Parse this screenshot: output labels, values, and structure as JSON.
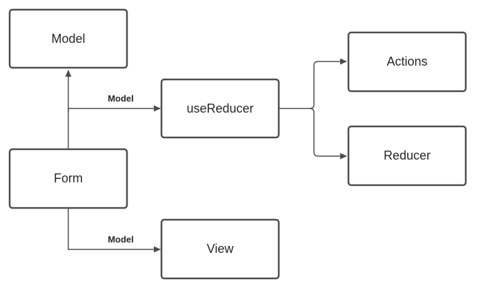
{
  "nodes": {
    "model": "Model",
    "form": "Form",
    "use_reducer": "useReducer",
    "view": "View",
    "actions": "Actions",
    "reducer": "Reducer"
  },
  "edges": {
    "form_to_model": "",
    "form_to_use_reducer": "Model",
    "form_to_view": "Model",
    "use_reducer_to_actions": "",
    "use_reducer_to_reducer": ""
  },
  "colors": {
    "stroke": "#4d4d4d",
    "text": "#262626",
    "background": "#ffffff"
  }
}
